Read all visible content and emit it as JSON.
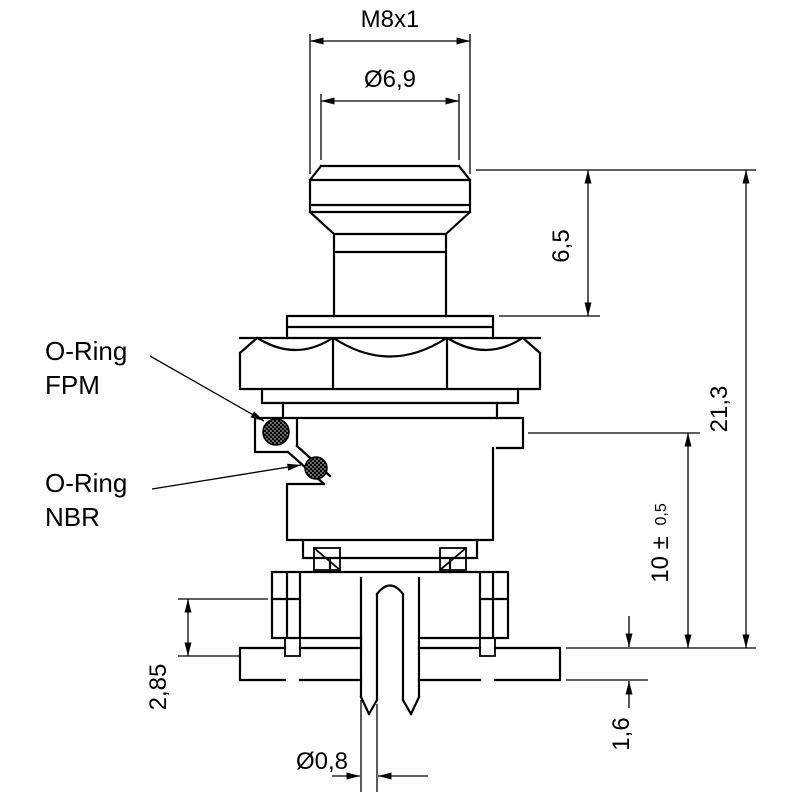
{
  "drawing": {
    "dimensions": {
      "thread": "M8x1",
      "top_diameter": "Ø6,9",
      "upper_height": "6,5",
      "total_height": "21,3",
      "mount_height": "10 ±",
      "mount_tolerance": "0,5",
      "latch_depth": "2,85",
      "panel_thickness": "1,6",
      "pin_diameter": "Ø0,8"
    },
    "labels": {
      "oring_fpm_line1": "O-Ring",
      "oring_fpm_line2": "FPM",
      "oring_nbr_line1": "O-Ring",
      "oring_nbr_line2": "NBR"
    },
    "colors": {
      "line": "#000000",
      "background": "#ffffff",
      "oring_fill": "#000000"
    }
  }
}
